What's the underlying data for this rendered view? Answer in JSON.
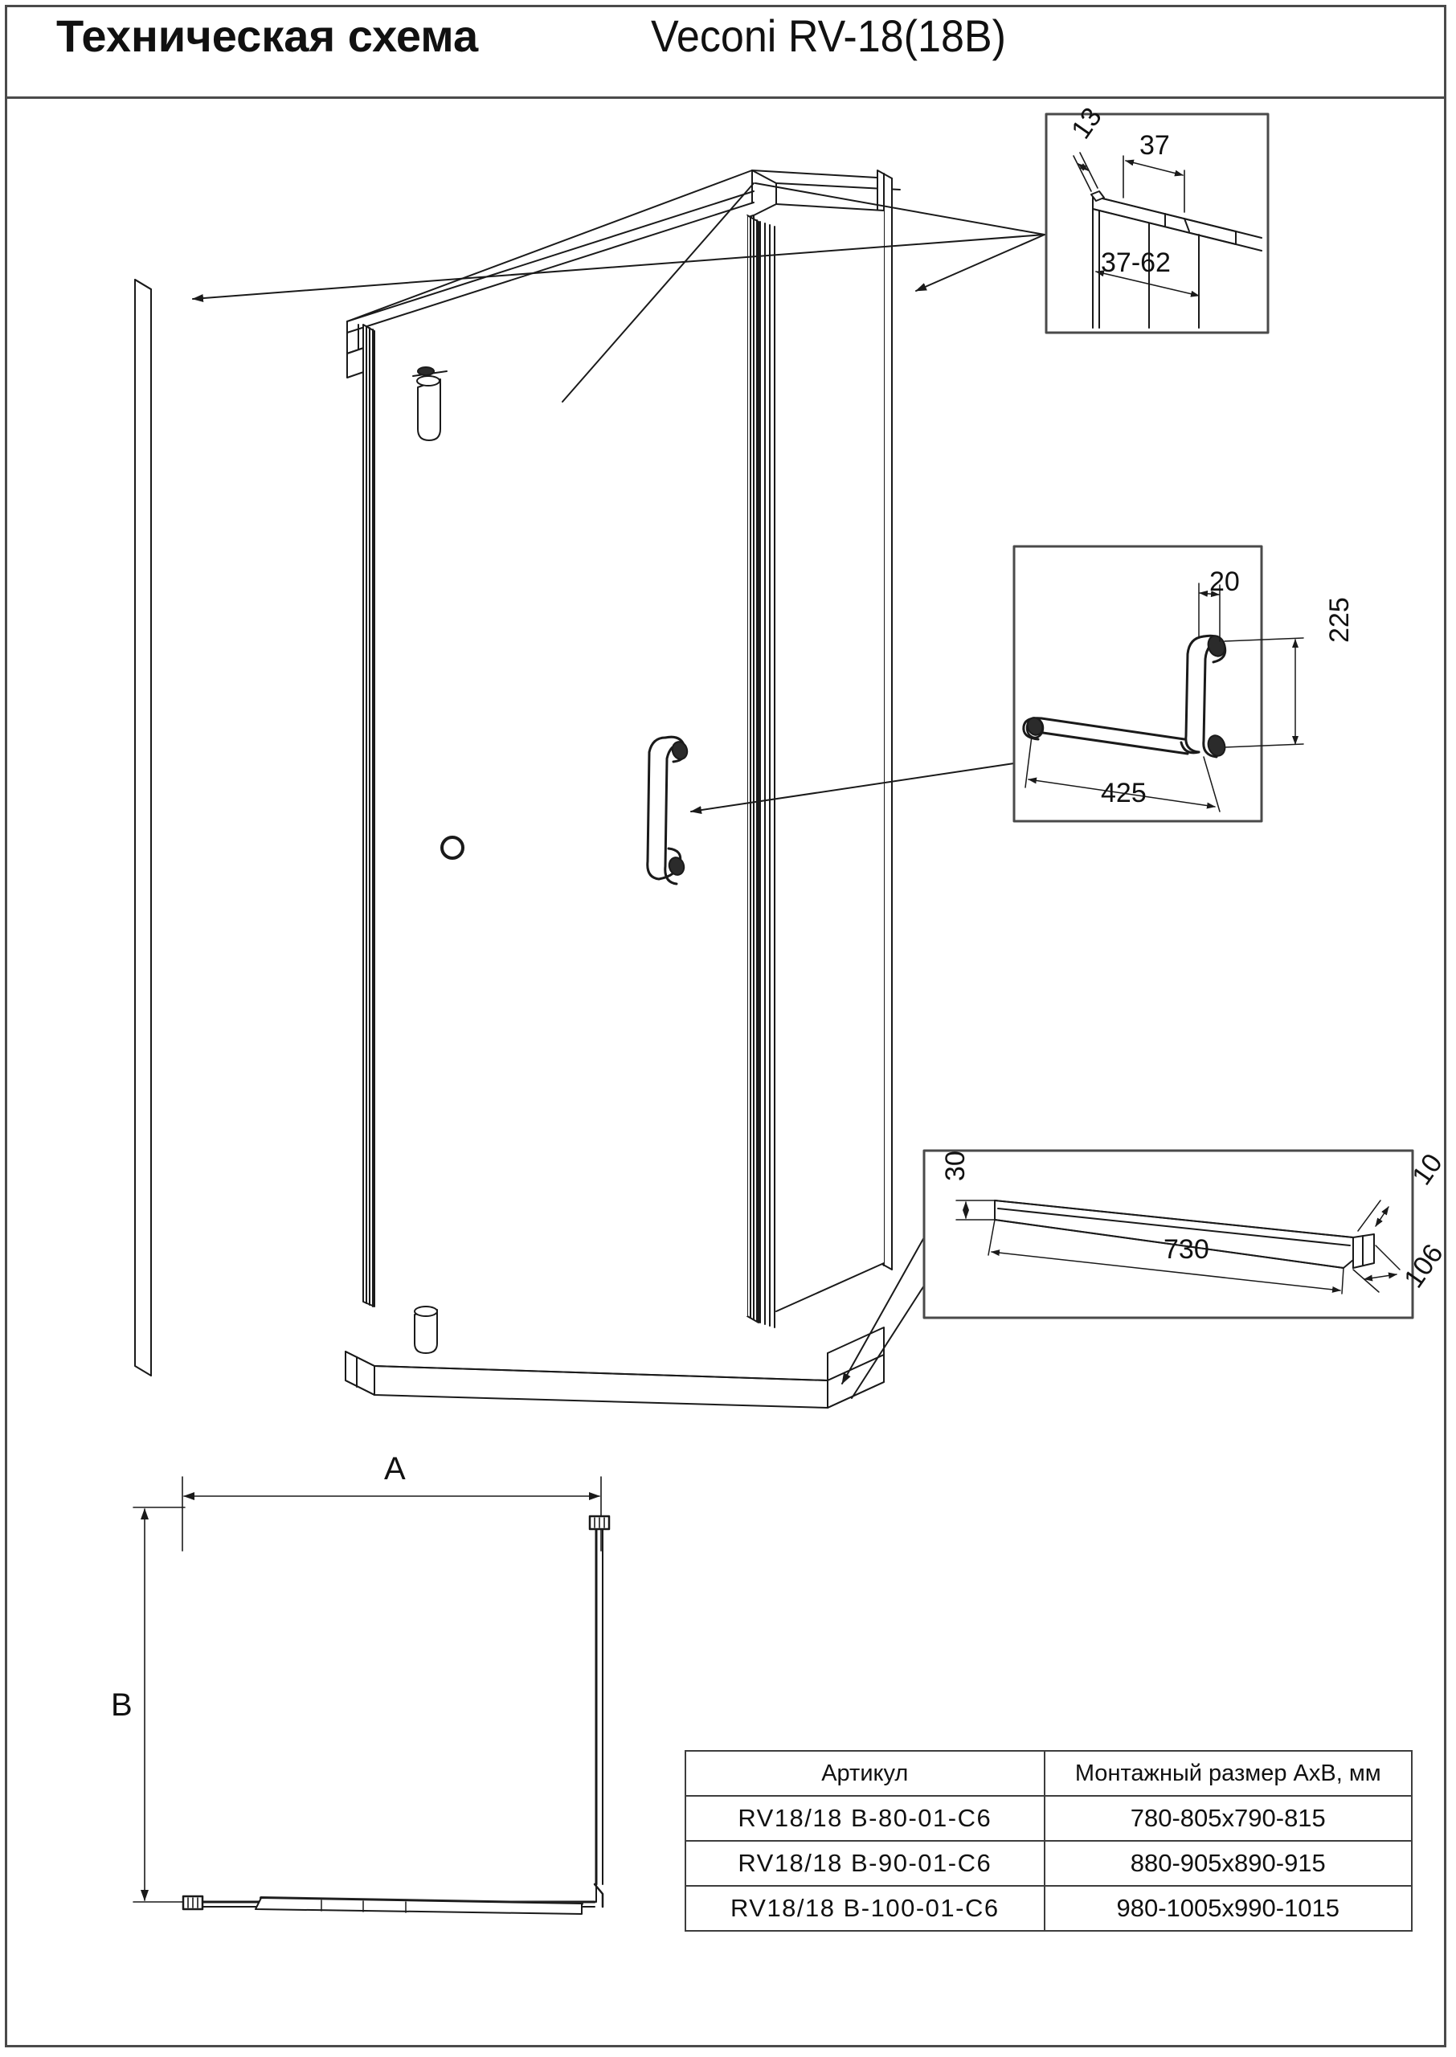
{
  "document": {
    "title_left": "Техническая схема",
    "title_right": "Veconi RV-18(18B)"
  },
  "plan_view": {
    "width_label": "A",
    "depth_label": "B"
  },
  "detail_top_profile": {
    "name": "top-profile-detail",
    "dimensions": {
      "glass_thickness": "13",
      "profile_width": "37",
      "adjust_range": "37-62"
    }
  },
  "detail_handle": {
    "name": "handle-detail",
    "dimensions": {
      "diameter": "20",
      "height": "225",
      "length": "425"
    }
  },
  "detail_threshold": {
    "name": "threshold-detail",
    "dimensions": {
      "height": "30",
      "length": "730",
      "lip": "10",
      "depth": "106"
    }
  },
  "spec_table": {
    "headers": [
      "Артикул",
      "Монтажный размер АхВ, мм"
    ],
    "rows": [
      {
        "article": "RV18/18 B-80-01-C6",
        "size": "780-805x790-815"
      },
      {
        "article": "RV18/18 B-90-01-C6",
        "size": "880-905x890-915"
      },
      {
        "article": "RV18/18 B-100-01-C6",
        "size": "980-1005x990-1015"
      }
    ]
  },
  "colors": {
    "line": "#1a1a1a",
    "border": "#4a4a4a",
    "fill": "#ffffff"
  }
}
